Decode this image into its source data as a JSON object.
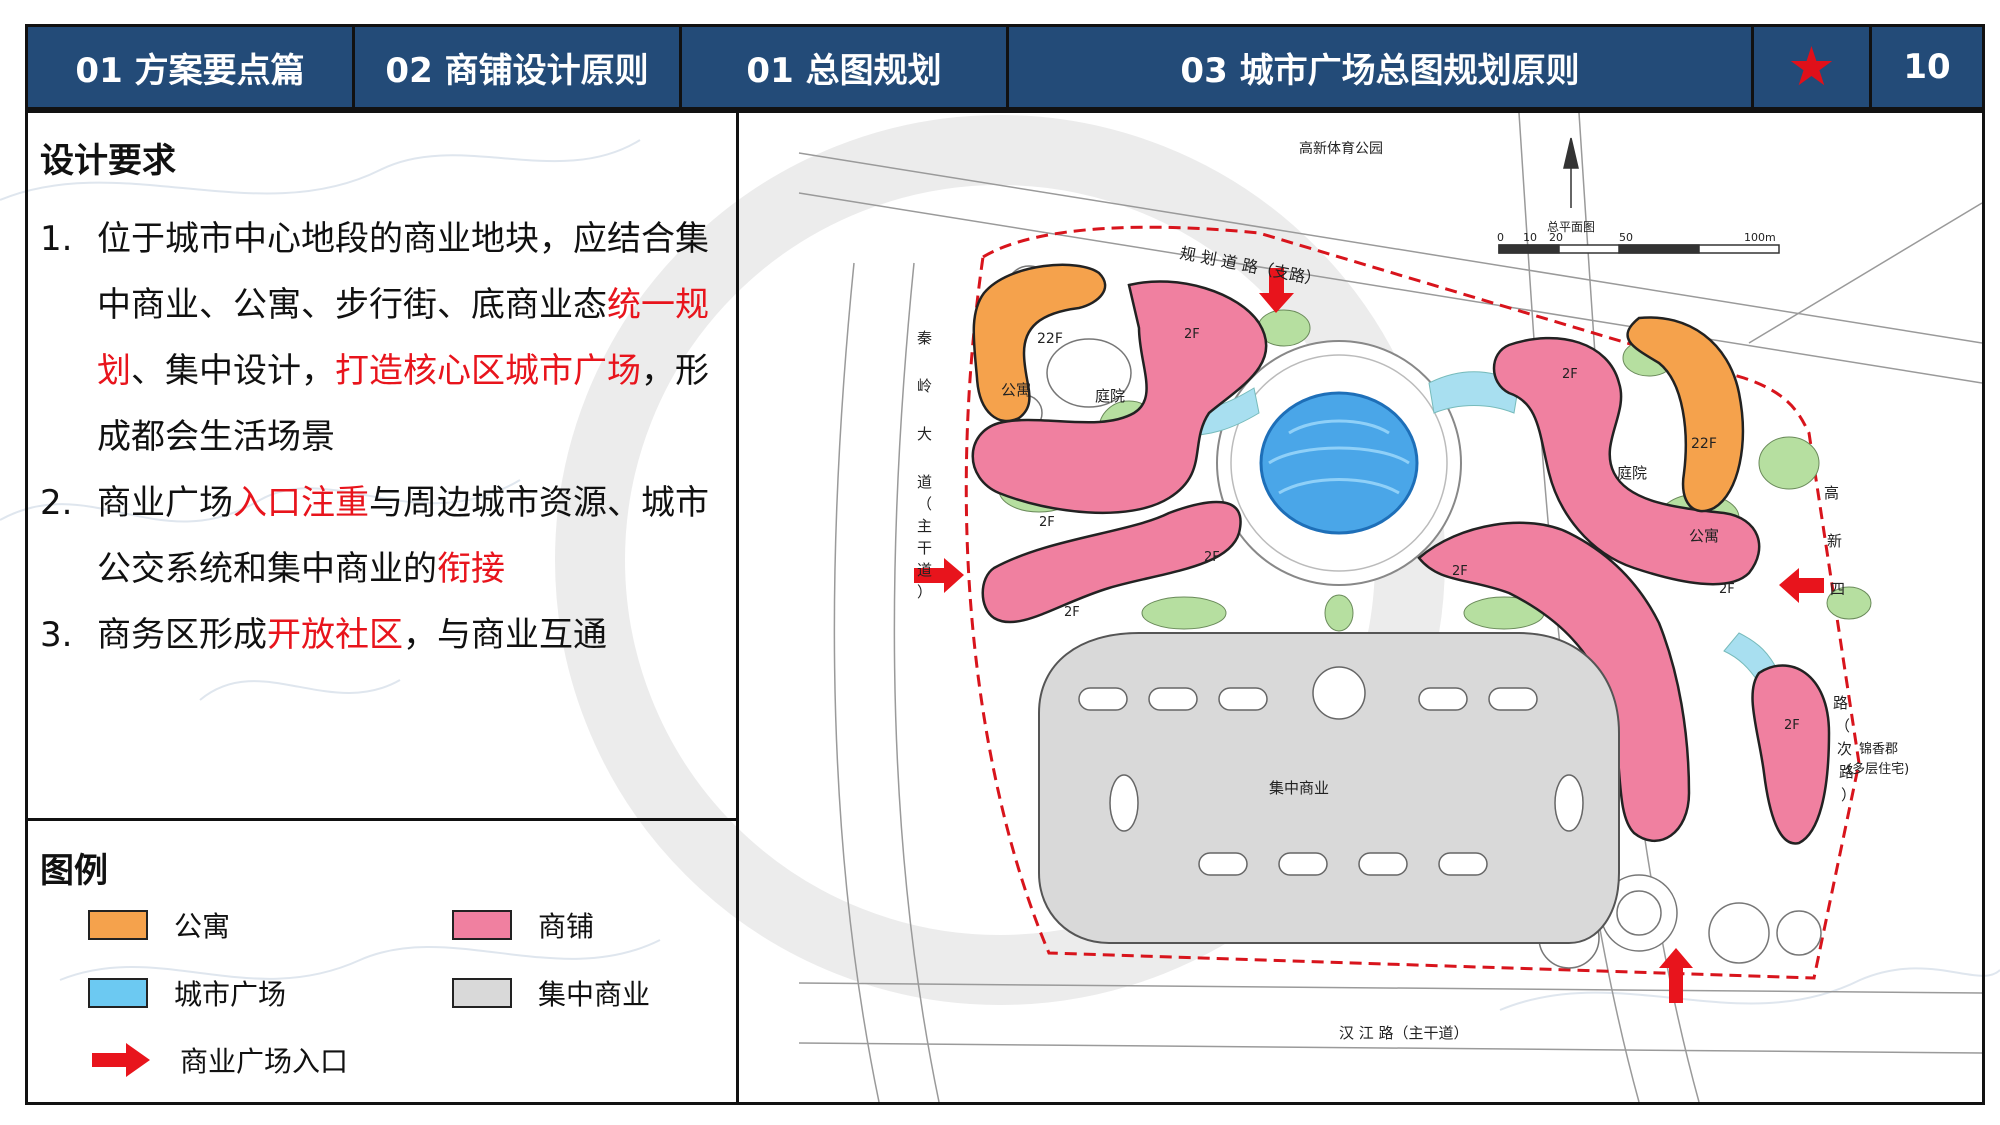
{
  "header": {
    "cells": [
      "01 方案要点篇",
      "02 商铺设计原则",
      "01 总图规划",
      "03 城市广场总图规划原则",
      "★",
      "10"
    ]
  },
  "requirements": {
    "title": "设计要求",
    "items": [
      {
        "num": "1.",
        "parts": [
          {
            "t": "位于城市中心地段的商业地块，应结合集中商业、公寓、步行街、底商业态",
            "red": false
          },
          {
            "t": "统一规划",
            "red": true
          },
          {
            "t": "、集中设计，",
            "red": false
          },
          {
            "t": "打造核心区城市广场",
            "red": true
          },
          {
            "t": "，形成都会生活场景",
            "red": false
          }
        ]
      },
      {
        "num": "2.",
        "parts": [
          {
            "t": "商业广场",
            "red": false
          },
          {
            "t": "入口注重",
            "red": true
          },
          {
            "t": "与周边城市资源、城市公交系统和集中商业的",
            "red": false
          },
          {
            "t": "衔接",
            "red": true
          }
        ]
      },
      {
        "num": "3.",
        "parts": [
          {
            "t": "商务区形成",
            "red": false
          },
          {
            "t": "开放社区",
            "red": true
          },
          {
            "t": "，与商业互通",
            "red": false
          }
        ]
      }
    ]
  },
  "legend": {
    "title": "图例",
    "items": [
      {
        "label": "公寓",
        "color": "#f5a24c",
        "type": "swatch"
      },
      {
        "label": "商铺",
        "color": "#f080a0",
        "type": "swatch"
      },
      {
        "label": "城市广场",
        "color": "#6cc9f2",
        "type": "swatch"
      },
      {
        "label": "集中商业",
        "color": "#d9d9d9",
        "type": "swatch"
      },
      {
        "label": "商业广场入口",
        "color": "#e8141c",
        "type": "arrow"
      }
    ]
  },
  "plan": {
    "park_label": "高新体育公园",
    "north_label": "总平面图",
    "scale_labels": [
      "0",
      "10",
      "20",
      "50",
      "100m"
    ],
    "road_top": "规 划 道 路（支路）",
    "road_left_chars": [
      "秦",
      "岭",
      "大",
      "道",
      "（",
      "主",
      "干",
      "道",
      "）"
    ],
    "road_right_chars": [
      "高",
      "新",
      "四",
      "路",
      "（",
      "次",
      "路",
      "）"
    ],
    "road_bottom": "汉    江    路（主干道）",
    "right_label_1": "锦香郡",
    "right_label_2": "(多层住宅)",
    "apt_label": "公寓",
    "floor_22": "22F",
    "floor_2": "2F",
    "court_label": "庭院",
    "mall_label": "集中商业",
    "colors": {
      "apartment": "#f5a24c",
      "shop": "#f080a0",
      "plaza": "#6cc9f2",
      "mall": "#d9d9d9",
      "arrow": "#e8141c"
    }
  }
}
